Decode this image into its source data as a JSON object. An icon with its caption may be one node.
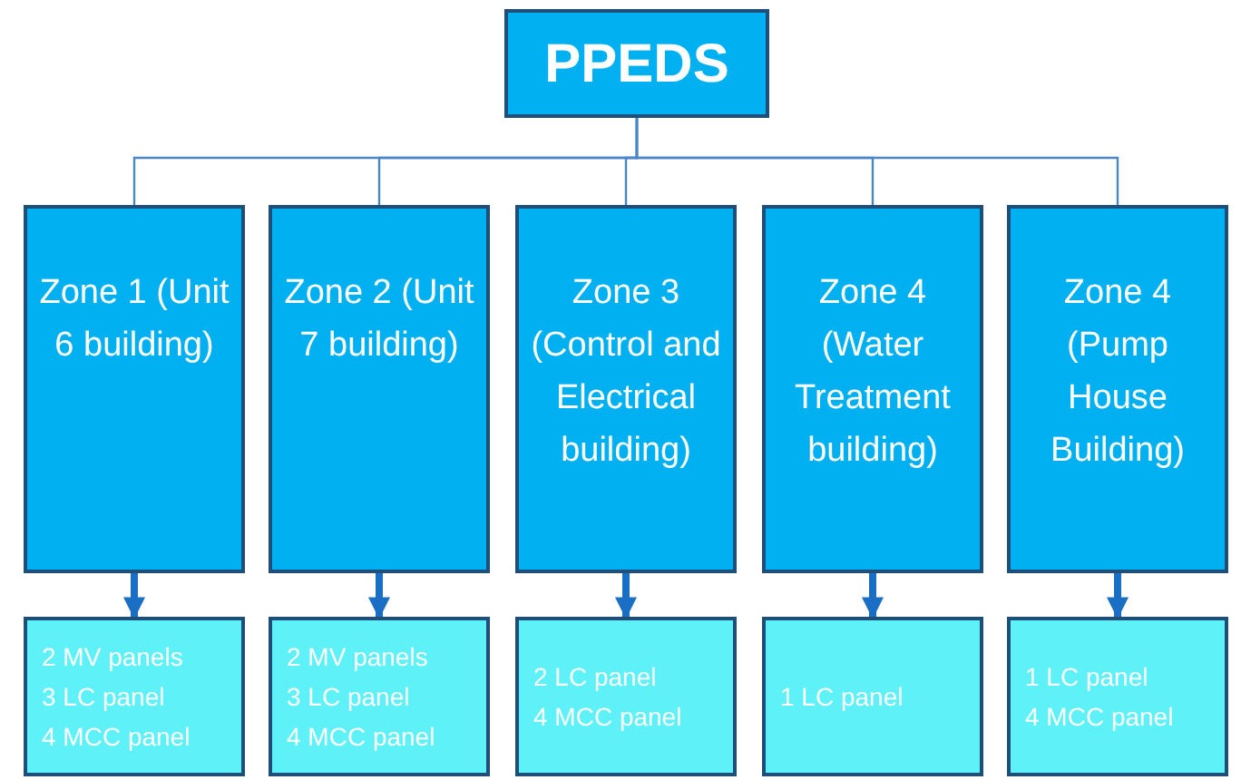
{
  "diagram": {
    "nodes": [
      {
        "text": [
          "PPEDS"
        ]
      },
      {
        "text": [
          "Zone 1 (Unit 6 building)"
        ]
      },
      {
        "text": [
          "Zone 2 (Unit 7 building)"
        ]
      },
      {
        "text": [
          "Zone 3 (Control and Electrical building)"
        ]
      },
      {
        "text": [
          "Zone 4 (Water Treatment building)"
        ]
      },
      {
        "text": [
          "Zone 4 (Pump House Building)"
        ]
      },
      {
        "text": [
          "2 MV panels",
          "3 LC panel",
          "4 MCC panel"
        ]
      },
      {
        "text": [
          "2 MV panels",
          "3 LC panel",
          "4 MCC panel"
        ]
      },
      {
        "text": [
          "2 LC panel",
          "4 MCC panel"
        ]
      },
      {
        "text": [
          "1 LC panel"
        ]
      },
      {
        "text": [
          "1 LC panel",
          "4 MCC panel"
        ]
      }
    ],
    "edges": [
      {
        "from": 0,
        "to": 1,
        "arrow": "none"
      },
      {
        "from": 0,
        "to": 2,
        "arrow": "none"
      },
      {
        "from": 0,
        "to": 3,
        "arrow": "none"
      },
      {
        "from": 0,
        "to": 4,
        "arrow": "none"
      },
      {
        "from": 0,
        "to": 5,
        "arrow": "none"
      },
      {
        "from": 1,
        "to": 6,
        "arrow": "to",
        "style": "thick"
      },
      {
        "from": 2,
        "to": 7,
        "arrow": "to",
        "style": "thick"
      },
      {
        "from": 3,
        "to": 8,
        "arrow": "to",
        "style": "thick"
      },
      {
        "from": 4,
        "to": 9,
        "arrow": "to",
        "style": "thick"
      },
      {
        "from": 5,
        "to": 10,
        "arrow": "to",
        "style": "thick"
      }
    ]
  }
}
